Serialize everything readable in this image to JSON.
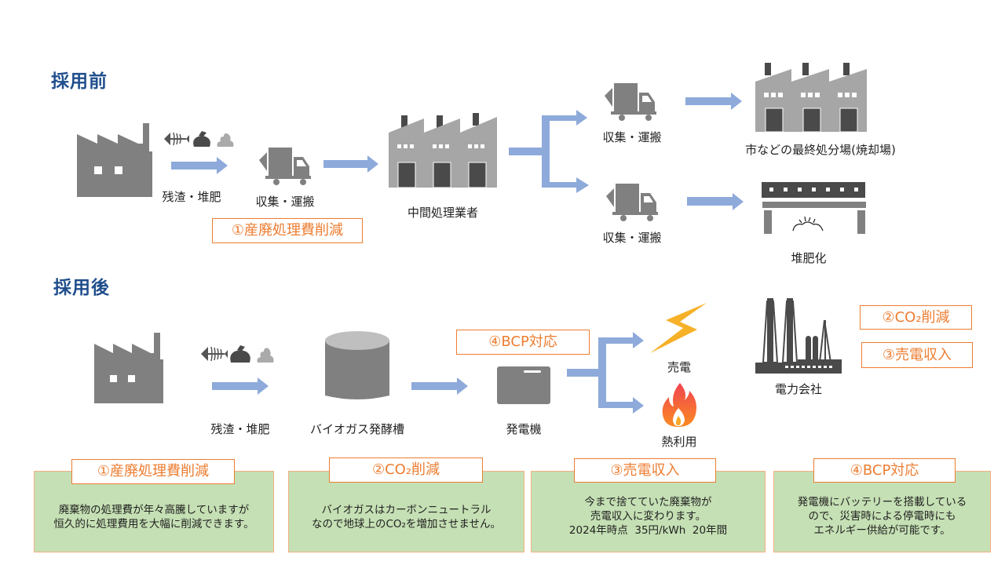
{
  "before": {
    "heading": "採用前",
    "labels": {
      "residue": "残渣・堆肥",
      "transport1": "収集・運搬",
      "intermediate": "中間処理業者",
      "transport_upper": "収集・運搬",
      "transport_lower": "収集・運搬",
      "final_disposal": "市などの最終処分場(焼却場)",
      "composting": "堆肥化"
    },
    "tag": "①産廃処理費削減"
  },
  "after": {
    "heading": "採用後",
    "labels": {
      "residue": "残渣・堆肥",
      "digester": "バイオガス発酵槽",
      "generator": "発電機",
      "sell_power": "売電",
      "heat_use": "熱利用",
      "power_company": "電力会社"
    },
    "tags": {
      "bcp": "④BCP対応",
      "co2": "②CO₂削減",
      "revenue": "③売電収入"
    }
  },
  "benefits": [
    {
      "title": "①産廃処理費削減",
      "lines": [
        "廃棄物の処理費が年々高騰していますが",
        "恒久的に処理費用を大幅に削減できます。"
      ]
    },
    {
      "title": "②CO₂削減",
      "lines": [
        "バイオガスはカーボンニュートラル",
        "なので地球上のCO₂を増加させません。"
      ]
    },
    {
      "title": "③売電収入",
      "lines": [
        "今まで捨てていた廃棄物が",
        "売電収入に変わります。",
        "2024年時点  35円/kWh  20年間"
      ]
    },
    {
      "title": "④BCP対応",
      "lines": [
        "発電機にバッテリーを搭載している",
        "ので、災害時による停電時にも",
        "エネルギー供給が可能です。"
      ]
    }
  ],
  "colors": {
    "heading": "#1f4e8c",
    "arrow": "#8eaadb",
    "accent_orange": "#ed7d31",
    "benefit_fill": "#c5e0b4",
    "icon_gray": "#808080",
    "icon_dark": "#4a4a4a"
  }
}
